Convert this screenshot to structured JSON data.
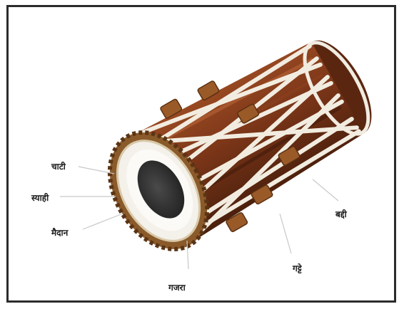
{
  "labels": {
    "chati": "चाटी",
    "syahi": "स्याही",
    "maidan": "मैदान",
    "gajra": "गजरा",
    "gattha": "गट्टे",
    "vaddhi": "बद्दी"
  },
  "colors": {
    "frame": "#2b2b2b",
    "body_wood": "#7a3518",
    "wood_dark": "#4a1f0c",
    "wood_highlight": "#b8643a",
    "strap": "#f2ece0",
    "skin_ring": "#f4f0ea",
    "syahi": "#333333",
    "gajra": "#8a5a2a",
    "tuning_block": "#9a5a28",
    "leader_line": "#c8c8c8"
  }
}
